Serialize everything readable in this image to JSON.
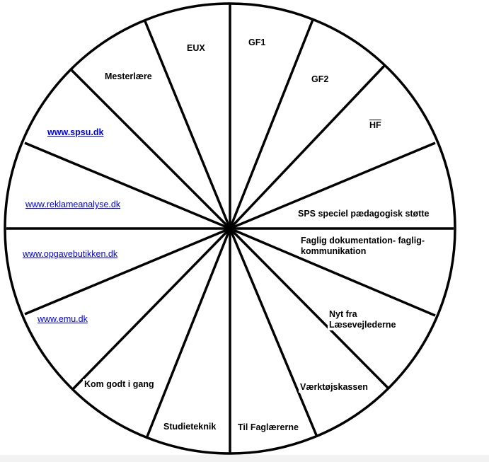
{
  "wheel": {
    "segments": [
      {
        "label": "EUX"
      },
      {
        "label": "GF1"
      },
      {
        "label": "GF2"
      },
      {
        "label": "HF"
      },
      {
        "label": "SPS speciel pædagogisk støtte"
      },
      {
        "label": "Faglig dokumentation- faglig-",
        "label2": "kommunikation"
      },
      {
        "label": "Nyt fra",
        "label2": "Læsevejlederne"
      },
      {
        "label": "Værktøjskassen"
      },
      {
        "label": "Til Faglærerne"
      },
      {
        "label": "Studieteknik"
      },
      {
        "label": "Kom godt i gang"
      },
      {
        "label": "Mesterlære"
      }
    ],
    "links": [
      {
        "label": "www.spsu.dk"
      },
      {
        "label": "www.reklameanalyse.dk"
      },
      {
        "label": "www.opgavebutikken.dk"
      },
      {
        "label": "www.emu.dk"
      }
    ],
    "colors": {
      "line": "#000000",
      "link": "#0000ee",
      "background": "#ffffff"
    }
  }
}
